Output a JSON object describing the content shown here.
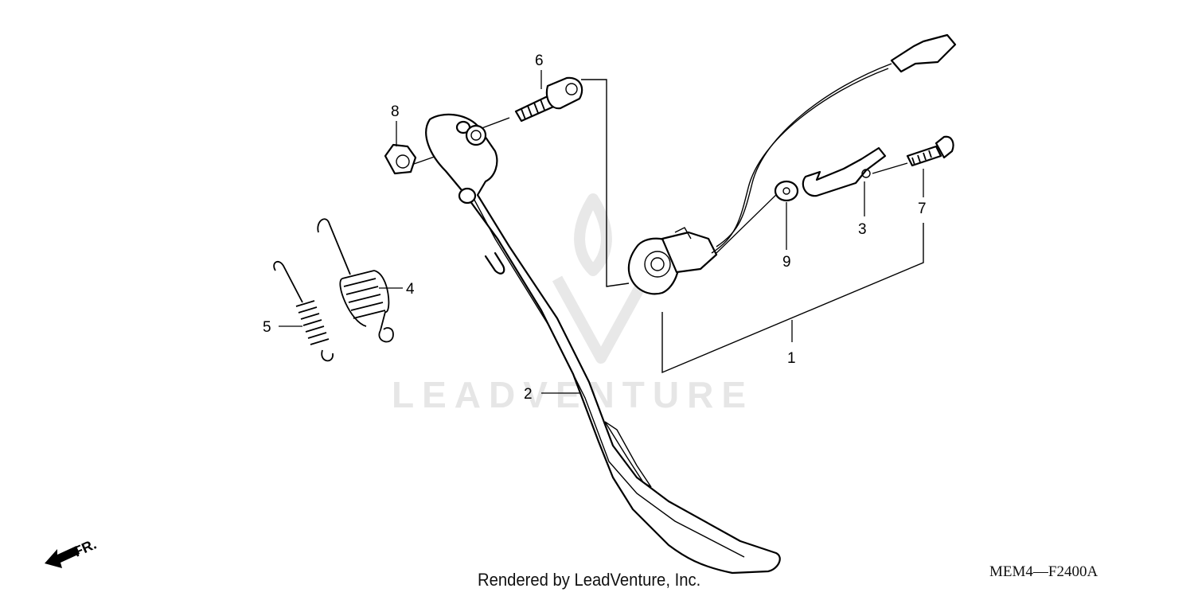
{
  "diagram": {
    "callouts": [
      {
        "id": "1",
        "label": "1"
      },
      {
        "id": "2",
        "label": "2"
      },
      {
        "id": "3",
        "label": "3"
      },
      {
        "id": "4",
        "label": "4"
      },
      {
        "id": "5",
        "label": "5"
      },
      {
        "id": "6",
        "label": "6"
      },
      {
        "id": "7",
        "label": "7"
      },
      {
        "id": "8",
        "label": "8"
      },
      {
        "id": "9",
        "label": "9"
      }
    ],
    "front_indicator": "FR.",
    "watermark": "LEADVENTURE",
    "code": "MEM4—F2400A"
  },
  "footer": {
    "credit": "Rendered by LeadVenture, Inc."
  }
}
